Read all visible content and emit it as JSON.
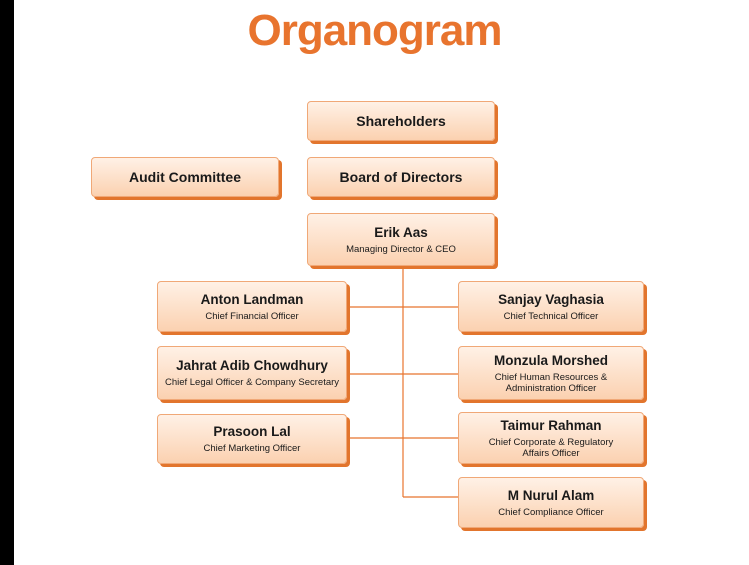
{
  "title": "Organogram",
  "accent_color": "#e8742e",
  "nodes": {
    "shareholders": {
      "name": "Shareholders"
    },
    "audit": {
      "name": "Audit Committee"
    },
    "board": {
      "name": "Board of Directors"
    },
    "ceo": {
      "name": "Erik Aas",
      "role": "Managing Director & CEO"
    },
    "cfo": {
      "name": "Anton Landman",
      "role": "Chief Financial Officer"
    },
    "clo": {
      "name": "Jahrat Adib Chowdhury",
      "role": "Chief Legal Officer & Company Secretary"
    },
    "cmo": {
      "name": "Prasoon Lal",
      "role": "Chief Marketing Officer"
    },
    "cto": {
      "name": "Sanjay Vaghasia",
      "role": "Chief Technical Officer"
    },
    "chro": {
      "name": "Monzula Morshed",
      "role": "Chief Human Resources & Administration Officer"
    },
    "ccra": {
      "name": "Taimur Rahman",
      "role": "Chief Corporate & Regulatory Affairs Officer"
    },
    "cco": {
      "name": "M Nurul Alam",
      "role": "Chief Compliance Officer"
    }
  }
}
